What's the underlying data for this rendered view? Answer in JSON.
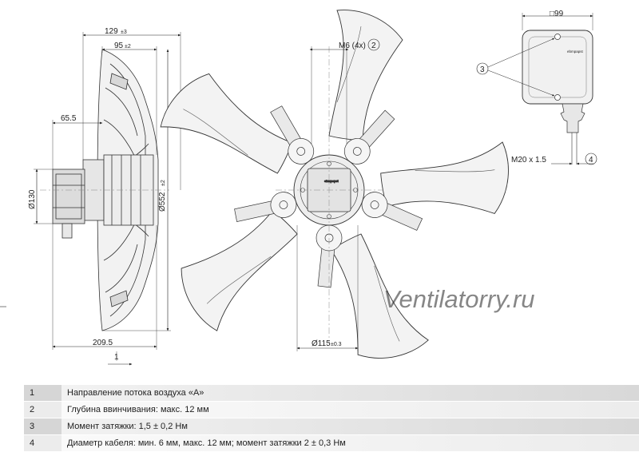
{
  "dimensions": {
    "d129": "129",
    "d129_tol": "±3",
    "d95": "95",
    "d95_tol": "±2",
    "d65": "65.5",
    "d130": "Ø130",
    "d552": "Ø552",
    "d552_tol": "±2",
    "d209": "209.5",
    "m6": "M6 (4x)",
    "d115": "Ø115",
    "d115_tol": "±0.3",
    "d99": "□99",
    "m20": "M20 x 1.5"
  },
  "callouts": {
    "c1": "1",
    "c2": "2",
    "c3": "3",
    "c4": "4"
  },
  "brand_mark": "ebmpapst",
  "watermark": "Ventilatorry.ru",
  "notes": [
    {
      "num": "1",
      "text": "Направление потока воздуха «A»"
    },
    {
      "num": "2",
      "text": "Глубина ввинчивания: макс. 12 мм"
    },
    {
      "num": "3",
      "text": "Момент затяжки: 1,5 ± 0,2 Нм"
    },
    {
      "num": "4",
      "text": "Диаметр кабеля: мин. 6 мм, макс. 12 мм; момент затяжки 2 ± 0,3 Нм"
    }
  ]
}
